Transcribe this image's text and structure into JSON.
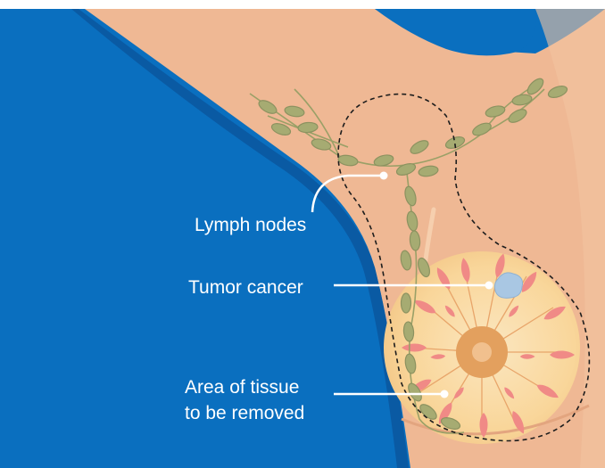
{
  "labels": {
    "lymph_nodes": "Lymph nodes",
    "tumor": "Tumor cancer",
    "tissue_line1": "Area of tissue",
    "tissue_line2": "to be removed"
  },
  "colors": {
    "background": "#0a6fbf",
    "background_shadow": "#0a5aa3",
    "skin": "#efb894",
    "skin_shade": "#e3a57f",
    "breast": "#f9d69a",
    "breast_core": "#fbe2b6",
    "areola": "#e3a05e",
    "nipple": "#f1c08e",
    "lobule": "#f08a86",
    "duct": "#e8a56a",
    "node_fill": "#a6ab72",
    "node_stroke": "#8c9260",
    "vessel": "#9aa067",
    "tumor": "#a9c7e3",
    "dashed_line": "#1d1d1d",
    "callout_line": "#ffffff"
  },
  "icons": {
    "lymph_node": "lymph-node-ellipse",
    "tumor": "tumor-blob",
    "callout_dot": "white-dot"
  }
}
